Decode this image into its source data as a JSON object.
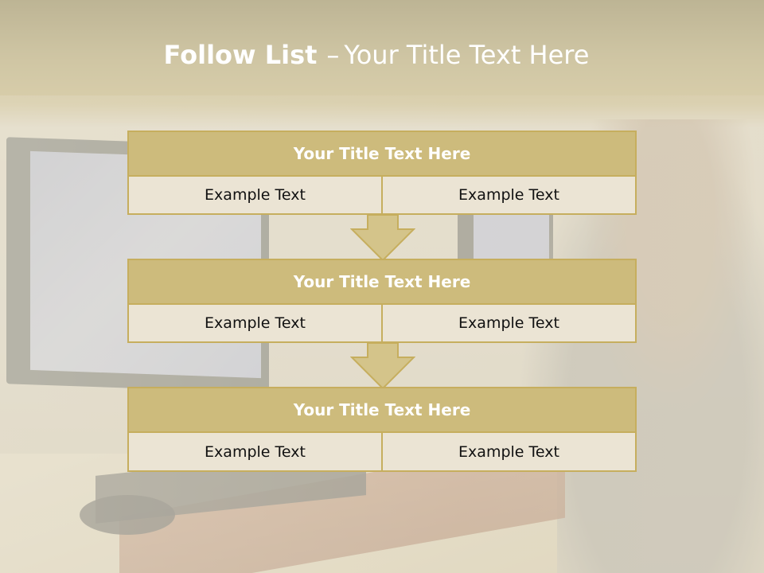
{
  "slide": {
    "title_bold": "Follow List",
    "title_separator": "–",
    "title_rest": "Your Title Text Here",
    "blocks": [
      {
        "heading": "Your Title Text Here",
        "left": "Example Text",
        "right": "Example Text"
      },
      {
        "heading": "Your Title Text Here",
        "left": "Example Text",
        "right": "Example Text"
      },
      {
        "heading": "Your Title Text Here",
        "left": "Example Text",
        "right": "Example Text"
      }
    ]
  },
  "colors": {
    "header_fill": "#cdbb7c",
    "border": "#c6ae5e",
    "cell_fill": "#ebe4d4",
    "arrow_fill": "#d4c48a"
  }
}
